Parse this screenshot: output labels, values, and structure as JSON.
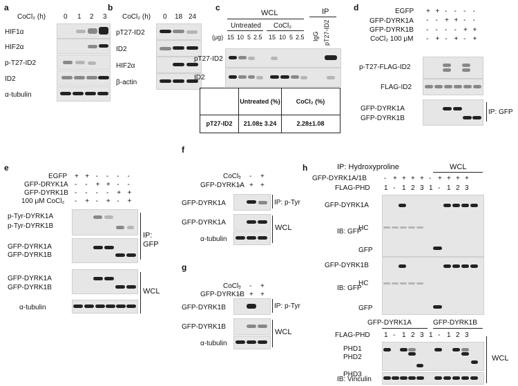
{
  "panels": {
    "a": {
      "letter": "a",
      "time_header": "CoCl₂ (h)",
      "timepoints": [
        "0",
        "1",
        "2",
        "3"
      ],
      "rows": [
        "HIF1α",
        "HIF2α",
        "p-T27-ID2",
        "ID2",
        "α-tubulin"
      ]
    },
    "b": {
      "letter": "b",
      "time_header": "CoCl₂ (h)",
      "timepoints": [
        "0",
        "18",
        "24"
      ],
      "rows": [
        "pT27-ID2",
        "ID2",
        "HIF2α",
        "β-actin"
      ]
    },
    "c": {
      "letter": "c",
      "wcl": "WCL",
      "ip": "IP",
      "untreated": "Untreated",
      "cocl2": "CoCl₂",
      "ug": "(μg)",
      "amounts": [
        "15",
        "10",
        "5",
        "2.5",
        "15",
        "10",
        "5",
        "2.5"
      ],
      "igg": "IgG",
      "pt27": "pT27-ID2",
      "rows": [
        "pT27-ID2",
        "ID2"
      ],
      "table": {
        "col1_header": "Untreated (%)",
        "col2_header": "CoCl₂ (%)",
        "row_label": "pT27-ID2",
        "val1": "21.08± 3.24",
        "val2": "2.28±1.08"
      }
    },
    "d": {
      "letter": "d",
      "conditions": [
        {
          "name": "EGFP",
          "signs": [
            "+",
            "+",
            "-",
            "-",
            "-",
            "-"
          ]
        },
        {
          "name": "GFP-DYRK1A",
          "signs": [
            "-",
            "-",
            "+",
            "+",
            "-",
            "-"
          ]
        },
        {
          "name": "GFP-DYRK1B",
          "signs": [
            "-",
            "-",
            "-",
            "-",
            "+",
            "+"
          ]
        },
        {
          "name": "CoCl₂ 100 μM",
          "signs": [
            "-",
            "+",
            "-",
            "+",
            "-",
            "+"
          ]
        }
      ],
      "rows": [
        "p-T27-FLAG-ID2",
        "FLAG-ID2",
        "GFP-DYRK1A",
        "GFP-DYRK1B"
      ],
      "ip": "IP: GFP"
    },
    "e": {
      "letter": "e",
      "conditions": [
        {
          "name": "EGFP",
          "signs": [
            "+",
            "+",
            "-",
            "-",
            "-",
            "-"
          ]
        },
        {
          "name": "GFP-DRYK1A",
          "signs": [
            "-",
            "-",
            "+",
            "+",
            "-",
            "-"
          ]
        },
        {
          "name": "GFP-DYRK1B",
          "signs": [
            "-",
            "-",
            "-",
            "-",
            "+",
            "+"
          ]
        },
        {
          "name": "100 μM CoCl₂",
          "signs": [
            "-",
            "+",
            "-",
            "+",
            "-",
            "+"
          ]
        }
      ],
      "rows": [
        "p-Tyr-DYRK1A",
        "p-Tyr-DYRK1B",
        "GFP-DYRK1A",
        "GFP-DYRK1B",
        "GFP-DYRK1A",
        "GFP-DYRK1B",
        "α-tubulin"
      ],
      "ip": "IP:",
      "ip2": "GFP",
      "wcl": "WCL"
    },
    "f": {
      "letter": "f",
      "conditions": [
        {
          "name": "CoCl₂",
          "signs": [
            "-",
            "-",
            "+"
          ]
        },
        {
          "name": "GFP-DYRK1A",
          "signs": [
            "-",
            "+",
            "+"
          ]
        }
      ],
      "rows": [
        "GFP-DYRK1A",
        "GFP-DYRK1A",
        "α-tubulin"
      ],
      "ip": "IP: p-Tyr",
      "wcl": "WCL"
    },
    "g": {
      "letter": "g",
      "conditions": [
        {
          "name": "CoCl₂",
          "signs": [
            "-",
            "-",
            "+"
          ]
        },
        {
          "name": "GFP-DYRK1B",
          "signs": [
            "-",
            "+",
            "+"
          ]
        }
      ],
      "rows": [
        "GFP-DYRK1B",
        "GFP-DYRK1B",
        "α-tubulin"
      ],
      "ip": "IP: p-Tyr",
      "wcl": "WCL"
    },
    "h": {
      "letter": "h",
      "ip_header": "IP: Hydroxyproline",
      "wcl": "WCL",
      "dyrk_row": "GFP-DYRK1A/1B",
      "dyrk_signs": [
        "-",
        "+",
        "+",
        "+",
        "+",
        "-",
        "+",
        "+",
        "+",
        "+"
      ],
      "phd_row": "FLAG-PHD",
      "phd_vals": [
        "1",
        "-",
        "1",
        "2",
        "3",
        "1",
        "-",
        "1",
        "2",
        "3"
      ],
      "upper_rows": [
        "GFP-DYRK1A",
        "IB: GFP",
        "HC",
        "GFP",
        "GFP-DYRK1B",
        "IB: GFP",
        "HC",
        "GFP"
      ],
      "lower_header_a": "GFP-DYRK1A",
      "lower_header_b": "GFP-DYRK1B",
      "lower_phd": "FLAG-PHD",
      "lower_phd_vals": [
        "1",
        "-",
        "1",
        "2",
        "3",
        "1",
        "-",
        "1",
        "2",
        "3"
      ],
      "lower_rows": [
        "PHD1",
        "PHD2",
        "PHD3",
        "IB: Vinculin"
      ],
      "lower_wcl": "WCL"
    }
  }
}
